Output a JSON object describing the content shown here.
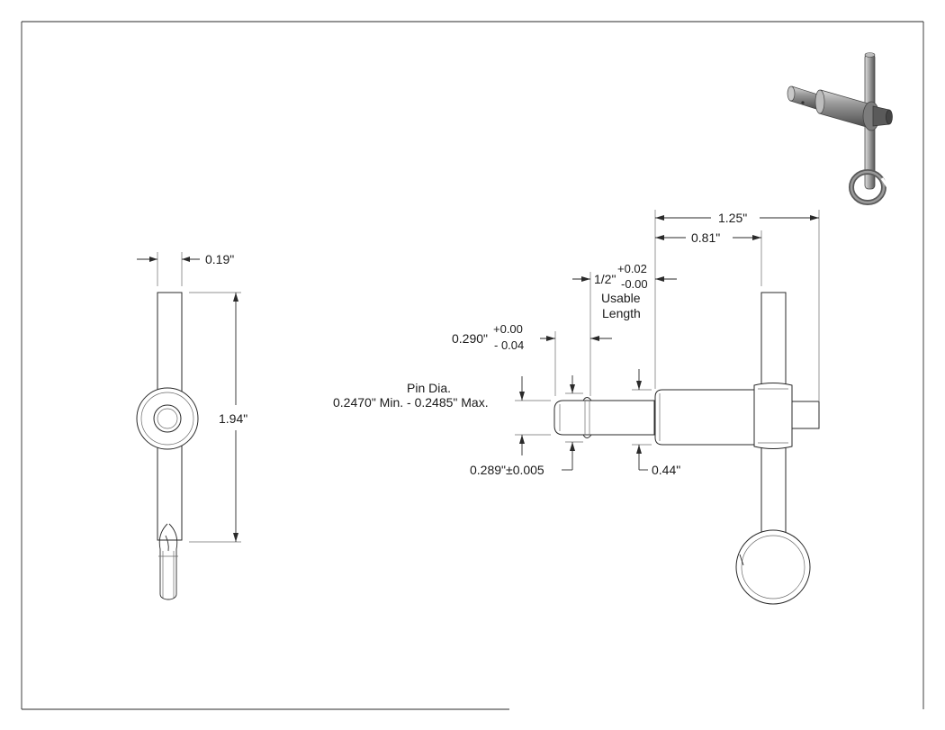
{
  "dimensions": {
    "handle_thickness": "0.19\"",
    "handle_length": "1.94\"",
    "overall_length": "1.25\"",
    "handle_to_end": "0.81\"",
    "usable_length": {
      "base": "1/2\"",
      "tol_plus": "+0.02",
      "tol_minus": "-0.00",
      "label_line1": "Usable",
      "label_line2": "Length"
    },
    "groove_position": {
      "base": "0.290\"",
      "tol_plus": "+0.00",
      "tol_minus": "- 0.04"
    },
    "pin_diameter": {
      "label": "Pin Dia.",
      "range": "0.2470\" Min. - 0.2485\" Max."
    },
    "ball_diameter": "0.289\"±0.005",
    "collar_diameter": "0.44\""
  }
}
